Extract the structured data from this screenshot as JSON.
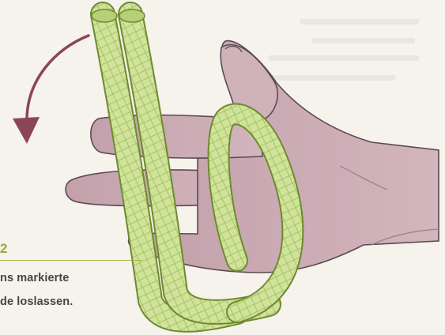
{
  "step": {
    "number": "2",
    "lines": [
      "ns markierte",
      "de loslassen."
    ]
  },
  "colors": {
    "background": "#f6f2ec",
    "skin": "#c9aab3",
    "skin_outline": "#5c4a52",
    "rope": "#c7dc8a",
    "rope_edge": "#6f8a2f",
    "arrow": "#8a4658",
    "accent": "#a6b64a",
    "text": "#4a4346"
  },
  "icons": [
    "curved-arrow-icon",
    "hand-illustration",
    "rope-illustration"
  ]
}
